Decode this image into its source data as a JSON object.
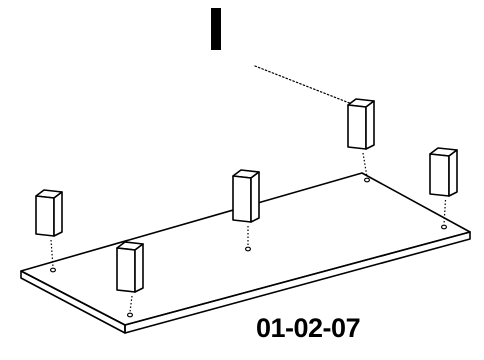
{
  "step_indicator": "I",
  "part_code": "01-02-07",
  "colors": {
    "ink": "#000000",
    "paper": "#ffffff",
    "block_face": "#ffffff",
    "block_side": "#ffffff"
  },
  "components": {
    "panel": {
      "count": 1
    },
    "blocks": {
      "count": 5
    },
    "pilot_holes": {
      "count": 5
    }
  }
}
